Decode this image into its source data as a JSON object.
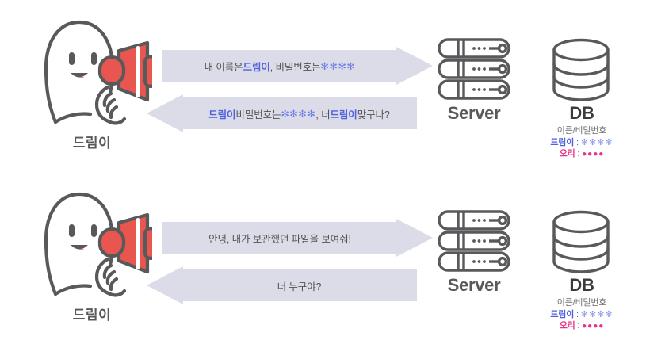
{
  "colors": {
    "arrow_fill": "#dcdce8",
    "text_default": "#545454",
    "highlight_blue": "#5061e0",
    "stars_blue": "#6f7ee8",
    "name_pink": "#ec2f8a",
    "icon_gray": "#58595b",
    "megaphone_red": "#e8564f"
  },
  "rows": [
    {
      "character": {
        "label": "드림이",
        "icon": "character-with-megaphone"
      },
      "messages": [
        {
          "direction": "right",
          "segments": [
            {
              "text": "내 이름은 ",
              "style": "default"
            },
            {
              "text": "드림이",
              "style": "blue"
            },
            {
              "text": ", 비밀번호는 ",
              "style": "default"
            },
            {
              "text": "****",
              "style": "stars"
            }
          ],
          "plain": "내 이름은 드림이, 비밀번호는 ****"
        },
        {
          "direction": "left",
          "segments": [
            {
              "text": "드림이",
              "style": "blue"
            },
            {
              "text": " 비밀번호는 ",
              "style": "default"
            },
            {
              "text": "****",
              "style": "stars"
            },
            {
              "text": ", 너 ",
              "style": "default"
            },
            {
              "text": "드림이",
              "style": "blue"
            },
            {
              "text": " 맞구나?",
              "style": "default"
            }
          ],
          "plain": "드림이 비밀번호는 ****, 너 드림이 맞구나?"
        }
      ],
      "server": {
        "label": "Server",
        "icon": "server-rack-icon"
      },
      "db": {
        "label": "DB",
        "icon": "database-cylinder-icon",
        "table_header": "이름/비밀번호",
        "records": [
          {
            "name": "드림이",
            "separator": ":",
            "password_mask": "✻✻✻✻",
            "name_color": "blue",
            "mask_color": "blue"
          },
          {
            "name": "오리",
            "separator": ":",
            "password_mask": "●●●●",
            "name_color": "pink",
            "mask_color": "pink"
          }
        ]
      }
    },
    {
      "character": {
        "label": "드림이",
        "icon": "character-with-megaphone"
      },
      "messages": [
        {
          "direction": "right",
          "segments": [
            {
              "text": "안녕, 내가 보관했던 파일을 보여줘!",
              "style": "default"
            }
          ],
          "plain": "안녕, 내가 보관했던 파일을 보여줘!"
        },
        {
          "direction": "left",
          "segments": [
            {
              "text": "너 누구야?",
              "style": "default"
            }
          ],
          "plain": "너 누구야?"
        }
      ],
      "server": {
        "label": "Server",
        "icon": "server-rack-icon"
      },
      "db": {
        "label": "DB",
        "icon": "database-cylinder-icon",
        "table_header": "이름/비밀번호",
        "records": [
          {
            "name": "드림이",
            "separator": ":",
            "password_mask": "✻✻✻✻",
            "name_color": "blue",
            "mask_color": "blue"
          },
          {
            "name": "오리",
            "separator": ":",
            "password_mask": "●●●●",
            "name_color": "pink",
            "mask_color": "pink"
          }
        ]
      }
    }
  ]
}
